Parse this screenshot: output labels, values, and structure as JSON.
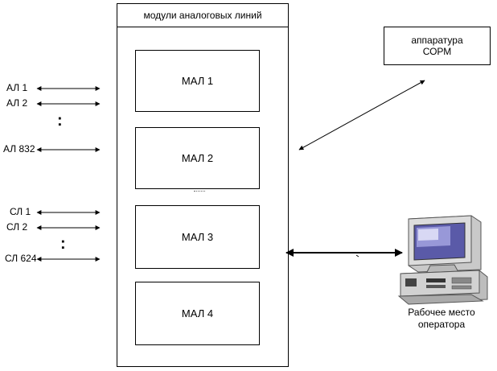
{
  "outer": {
    "header": "модули аналоговых линий"
  },
  "modules": [
    "МАЛ  1",
    "МАЛ 2",
    "МАЛ 3",
    "МАЛ 4"
  ],
  "lines_al": [
    "АЛ  1",
    "АЛ 2",
    "АЛ 832"
  ],
  "lines_sl": [
    "СЛ 1",
    "СЛ 2",
    "СЛ 624"
  ],
  "ellipsis": ":",
  "sorm": {
    "line1": "аппаратура",
    "line2": "СОРМ"
  },
  "workstation": {
    "line1": "Рабочее место",
    "line2": "оператора",
    "icon": "computer-icon"
  }
}
